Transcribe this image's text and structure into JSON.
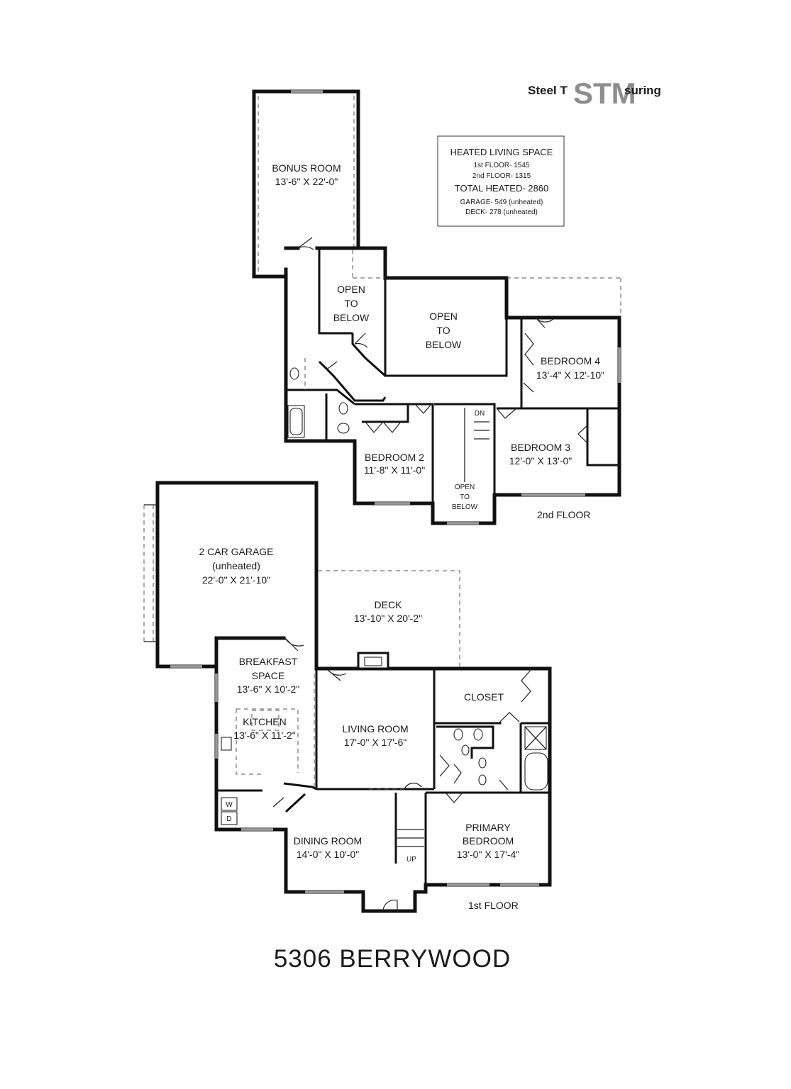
{
  "company": {
    "name_left": "Steel T",
    "name_right": "suring",
    "logo_text": "STM"
  },
  "summary": {
    "heading": "HEATED LIVING SPACE",
    "first_floor": "1st FLOOR- 1545",
    "second_floor": "2nd FLOOR- 1315",
    "total": "TOTAL HEATED- 2860",
    "garage": "GARAGE- 549 (unheated)",
    "deck": "DECK- 278 (unheated)"
  },
  "second_floor": {
    "label": "2nd FLOOR",
    "bonus_room": {
      "name": "BONUS ROOM",
      "size": "13'-6\" X 22'-0\""
    },
    "open_below_left": [
      "OPEN",
      "TO",
      "BELOW"
    ],
    "open_below_center": [
      "OPEN",
      "TO",
      "BELOW"
    ],
    "open_below_stair": [
      "OPEN",
      "TO",
      "BELOW"
    ],
    "bedroom4": {
      "name": "BEDROOM 4",
      "size": "13'-4\" X 12'-10\""
    },
    "bedroom3": {
      "name": "BEDROOM 3",
      "size": "12'-0\" X 13'-0\""
    },
    "bedroom2": {
      "name": "BEDROOM 2",
      "size": "11'-8\" X 11'-0\""
    },
    "stair_dn": "DN"
  },
  "first_floor": {
    "label": "1st FLOOR",
    "garage": {
      "name": "2 CAR GARAGE",
      "note": "(unheated)",
      "size": "22'-0\" X 21'-10\""
    },
    "deck": {
      "name": "DECK",
      "size": "13'-10\" X 20'-2\""
    },
    "breakfast": {
      "name1": "BREAKFAST",
      "name2": "SPACE",
      "size": "13'-6\" X 10'-2\""
    },
    "kitchen": {
      "name": "KITCHEN",
      "size": "13'-6\" X 11'-2\""
    },
    "living": {
      "name": "LIVING ROOM",
      "size": "17'-0\" X 17'-6\""
    },
    "closet": {
      "name": "CLOSET"
    },
    "dining": {
      "name": "DINING ROOM",
      "size": "14'-0\" X 10'-0\""
    },
    "primary": {
      "name1": "PRIMARY",
      "name2": "BEDROOM",
      "size": "13'-0\" X 17'-4\""
    },
    "washer": "W",
    "dryer": "D",
    "stair_up": "UP"
  },
  "address": "5306 BERRYWOOD"
}
